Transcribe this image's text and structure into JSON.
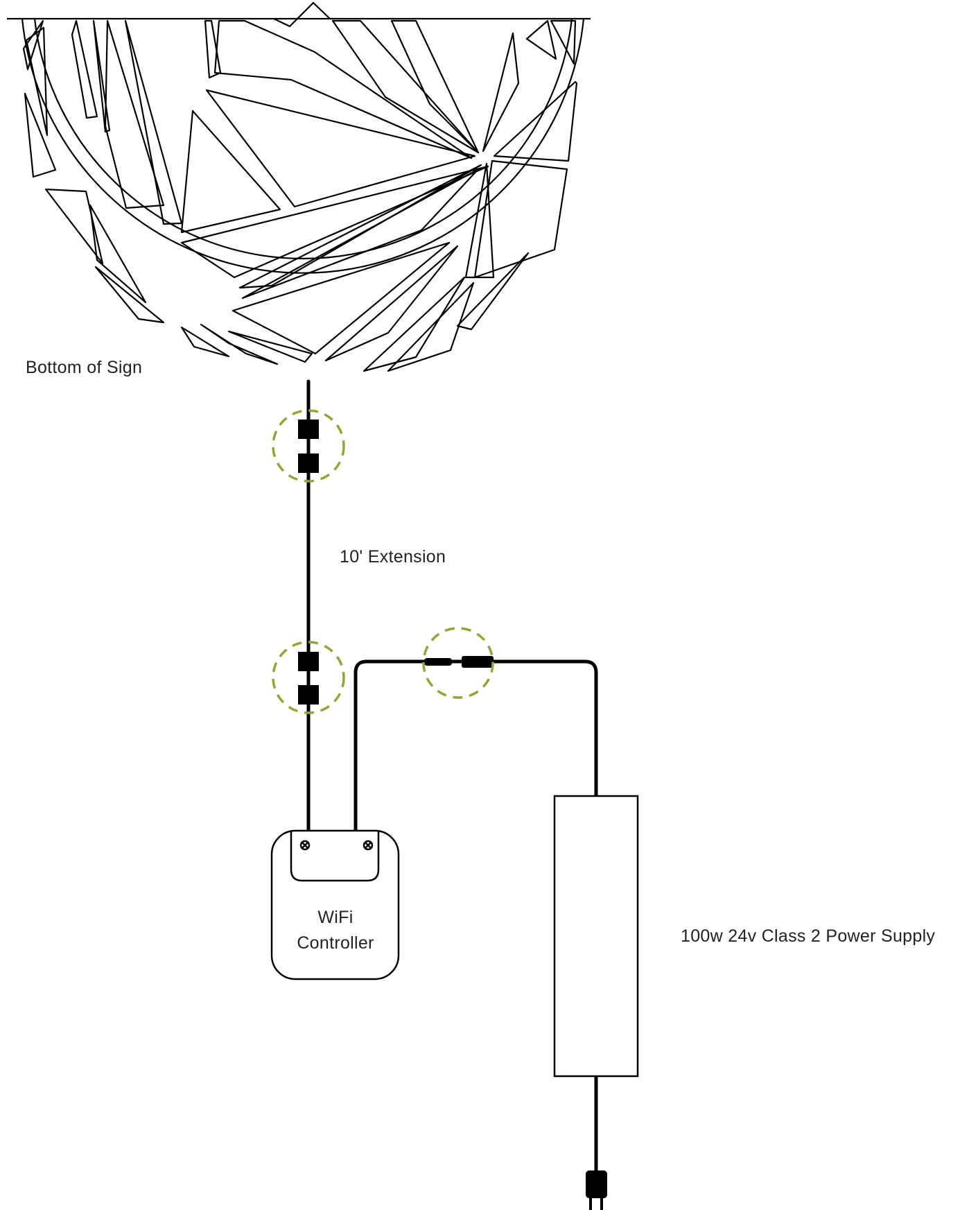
{
  "labels": {
    "sign": "Bottom of Sign",
    "extension": "10' Extension",
    "controller_line1": "WiFi",
    "controller_line2": "Controller",
    "power_supply": "100w  24v Class 2 Power Supply"
  },
  "colors": {
    "line": "#000000",
    "connector_highlight": "#9aa235",
    "text": "#222222"
  },
  "icons": [
    "sign-outline",
    "connector-plug",
    "screw-icon",
    "wall-plug-icon"
  ]
}
